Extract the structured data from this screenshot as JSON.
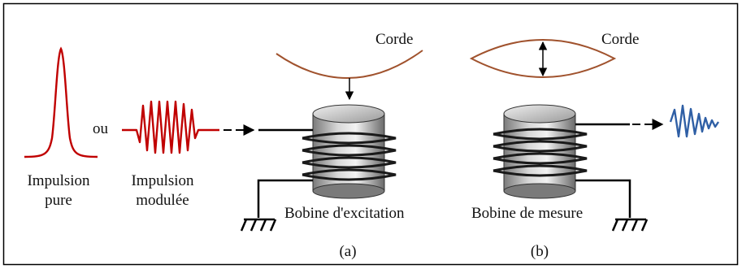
{
  "labels": {
    "string_a": "Corde",
    "string_b": "Corde",
    "or": "ou",
    "pure_pulse_line1": "Impulsion",
    "pure_pulse_line2": "pure",
    "modulated_pulse_line1": "Impulsion",
    "modulated_pulse_line2": "modulée",
    "excitation_coil": "Bobine d'excitation",
    "measure_coil": "Bobine de mesure",
    "panel_a": "(a)",
    "panel_b": "(b)"
  },
  "colors": {
    "frame": "#000000",
    "string": "#a0522d",
    "pulse": "#c00000",
    "signal_out": "#2f5fa5",
    "coil_body_dark": "#6e6e6e",
    "coil_body_light": "#e8e8e8",
    "winding": "#1a1a1a"
  },
  "icons": {
    "ground_left": "ground-symbol-icon",
    "ground_right": "ground-symbol-icon"
  }
}
